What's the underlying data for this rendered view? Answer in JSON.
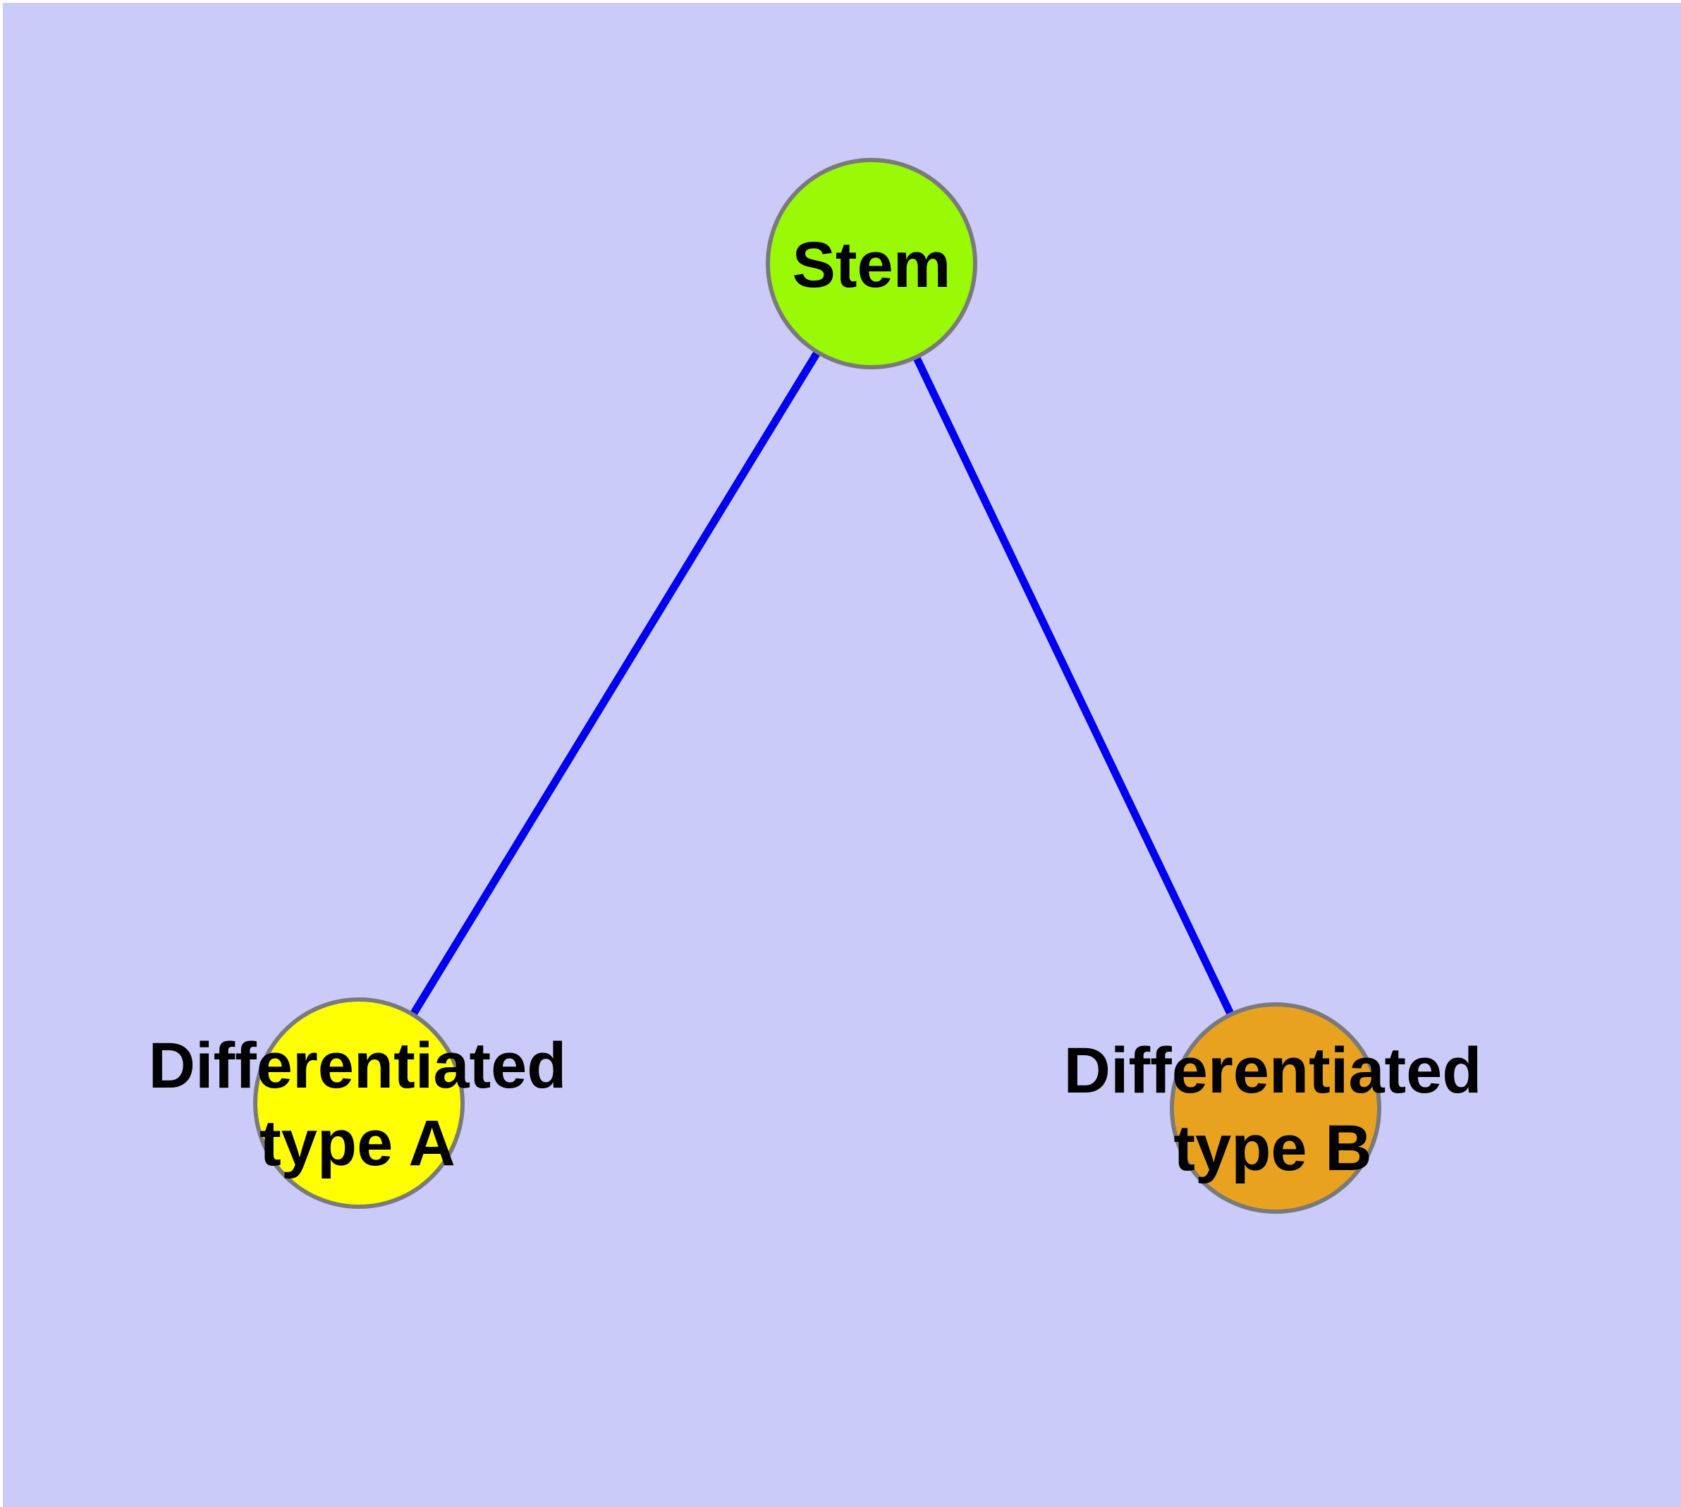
{
  "figure": {
    "background_color": "#CBCBFA",
    "margin_color": "#FFFFFF"
  },
  "graph": {
    "type": "tree",
    "label_color": "#000000",
    "node_border_width": 6,
    "edge_width": 11,
    "nodes": [
      {
        "id": "stem",
        "label": "Stem",
        "lines": [
          "Stem"
        ],
        "fill": "#9AF905",
        "border_color": "#7A7A7A"
      },
      {
        "id": "differentiated-type-a",
        "label": "Differentiated type A",
        "lines": [
          "Differentiated",
          "type A"
        ],
        "fill": "#FFFF00",
        "border_color": "#7A7A7A"
      },
      {
        "id": "differentiated-type-b",
        "label": "Differentiated type B",
        "lines": [
          "Differentiated",
          "type B"
        ],
        "fill": "#E8A21F",
        "border_color": "#7A7A7A"
      }
    ],
    "edges": [
      {
        "from": "stem",
        "to": "differentiated-type-a",
        "color": "#0000EE"
      },
      {
        "from": "stem",
        "to": "differentiated-type-b",
        "color": "#0000EE"
      }
    ]
  }
}
